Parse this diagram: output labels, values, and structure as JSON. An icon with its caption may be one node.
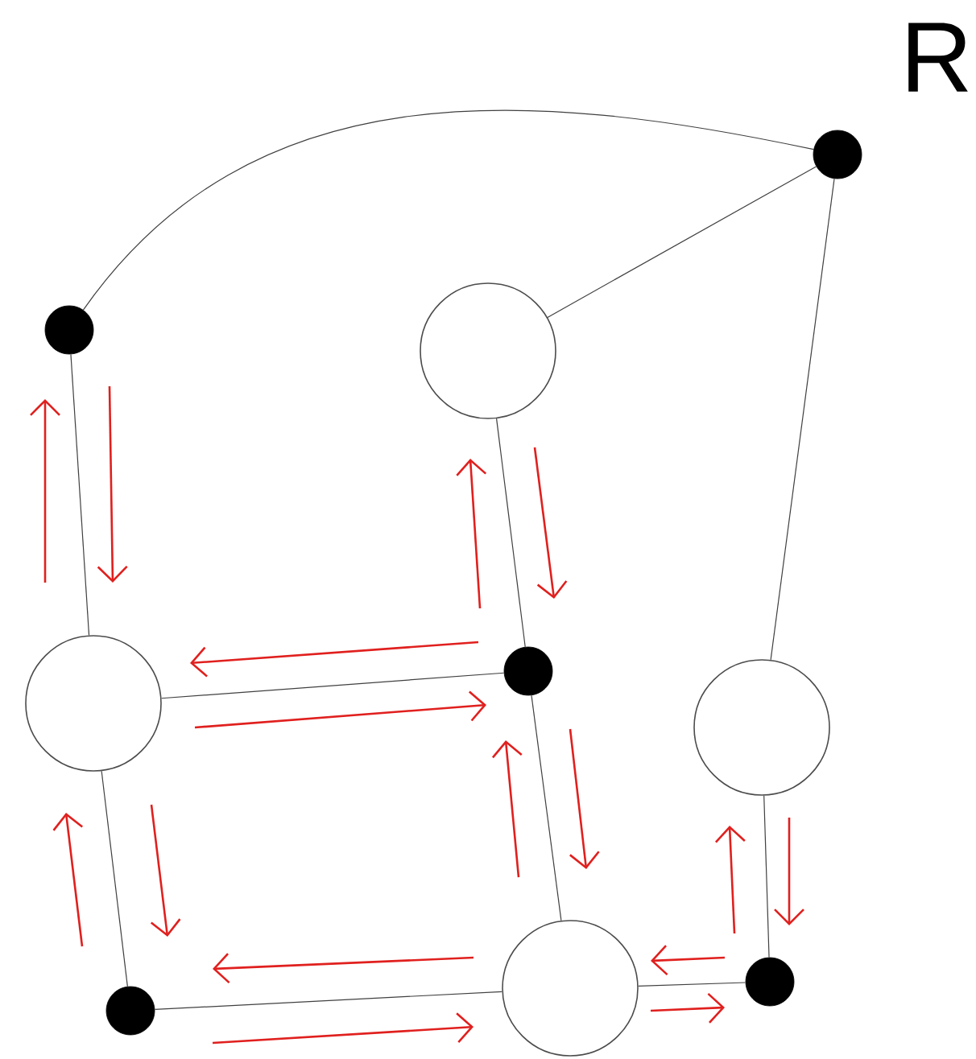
{
  "diagram": {
    "nodes": [
      {
        "text": [],
        "shape": "dot"
      },
      {
        "text": [],
        "shape": "dot"
      },
      {
        "text": [],
        "shape": "circle"
      },
      {
        "text": [],
        "shape": "circle"
      },
      {
        "text": [],
        "shape": "dot"
      },
      {
        "text": [],
        "shape": "circle"
      },
      {
        "text": [],
        "shape": "dot"
      },
      {
        "text": [],
        "shape": "circle"
      },
      {
        "text": [],
        "shape": "dot"
      }
    ],
    "edges": [
      {
        "from": 0,
        "to": 1,
        "arrow": "none"
      },
      {
        "from": 1,
        "to": 2,
        "arrow": "none"
      },
      {
        "from": 1,
        "to": 5,
        "arrow": "none"
      },
      {
        "from": 0,
        "to": 3,
        "arrow": "none"
      },
      {
        "from": 2,
        "to": 4,
        "arrow": "none"
      },
      {
        "from": 3,
        "to": 4,
        "arrow": "none"
      },
      {
        "from": 3,
        "to": 6,
        "arrow": "none"
      },
      {
        "from": 4,
        "to": 7,
        "arrow": "none"
      },
      {
        "from": 6,
        "to": 7,
        "arrow": "none"
      },
      {
        "from": 7,
        "to": 8,
        "arrow": "none"
      },
      {
        "from": 5,
        "to": 8,
        "arrow": "none"
      }
    ],
    "labels": [
      "R"
    ]
  }
}
